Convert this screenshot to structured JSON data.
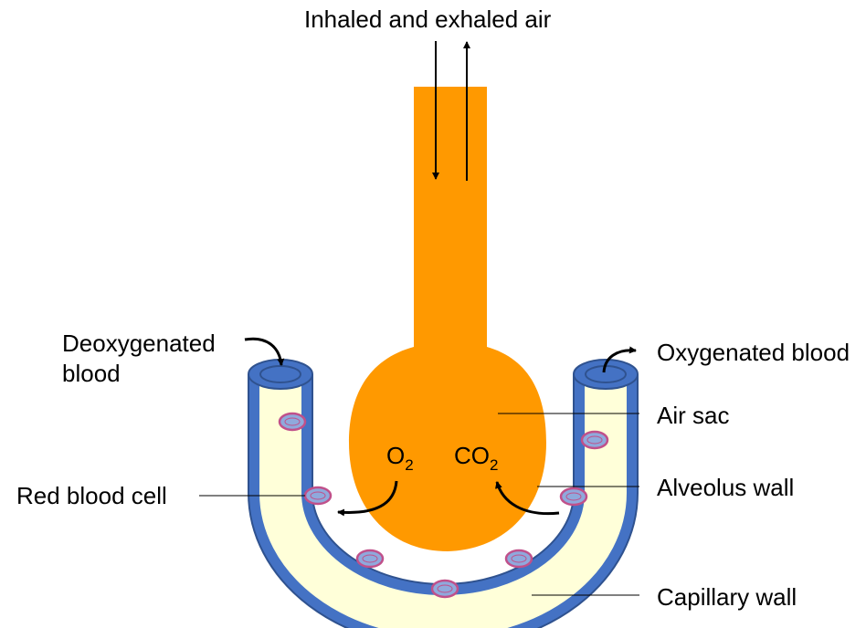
{
  "labels": {
    "air_flow": "Inhaled and exhaled air",
    "deoxygenated_line1": "Deoxygenated",
    "deoxygenated_line2": "blood",
    "oxygenated": "Oxygenated blood",
    "air_sac": "Air sac",
    "alveolus_wall": "Alveolus wall",
    "red_blood_cell": "Red blood cell",
    "capillary_wall": "Capillary wall"
  },
  "gases": {
    "oxygen_main": "O",
    "oxygen_sub": "2",
    "carbon_dioxide_main": "CO",
    "carbon_dioxide_sub": "2"
  },
  "colors": {
    "alveolus": "#FF9900",
    "capillary_wall": "#4472C4",
    "capillary_edge": "#2F528F",
    "plasma": "#FFFFD9",
    "rbc_fill": "#8FA9DC",
    "rbc_ring": "#C0508A",
    "label_line": "#000000"
  },
  "icons": [
    "arrow-icon",
    "red-blood-cell-icon"
  ]
}
